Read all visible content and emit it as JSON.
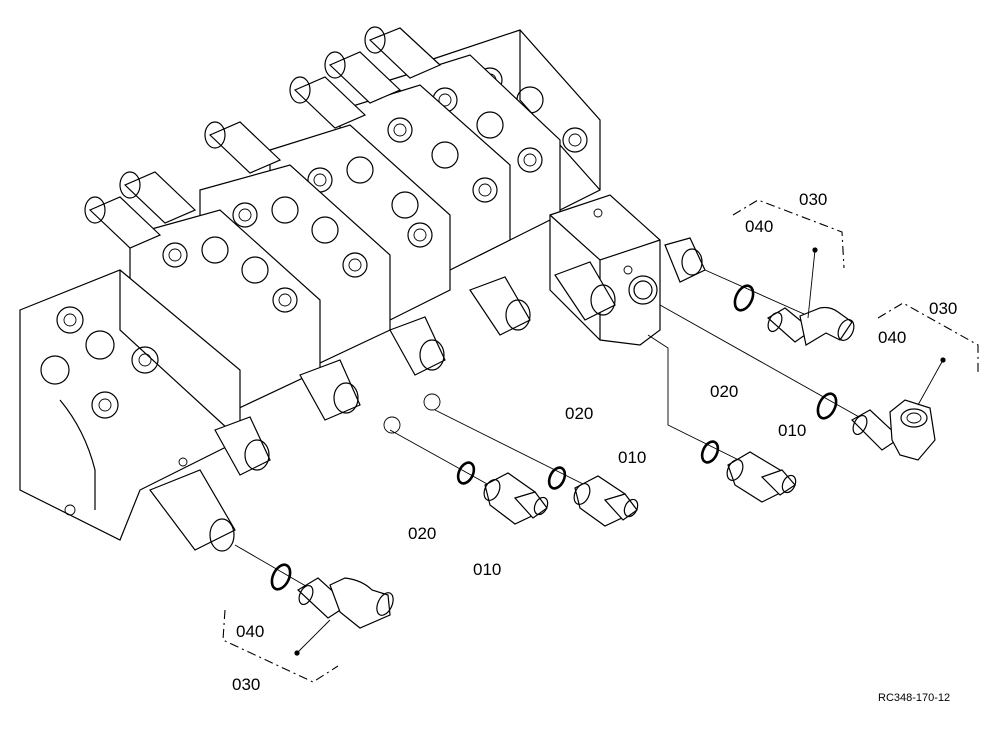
{
  "diagram": {
    "reference_code": "RC348-170-12",
    "callouts": {
      "upper_right_030": "030",
      "upper_right_040": "040",
      "right_030": "030",
      "right_040": "040",
      "right_020": "020",
      "right_010": "010",
      "center_020": "020",
      "center_010": "010",
      "mid_020": "020",
      "mid_010": "010",
      "lower_040": "040",
      "lower_030": "030"
    }
  }
}
